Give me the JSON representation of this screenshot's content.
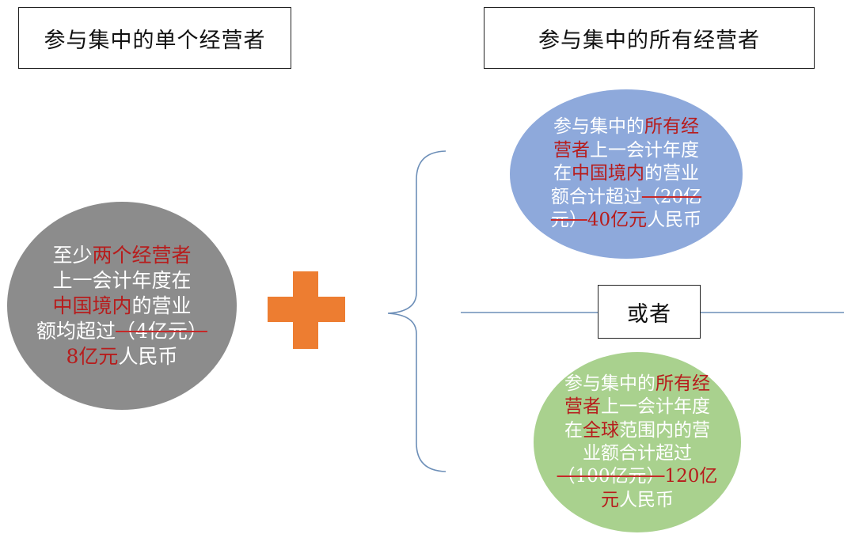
{
  "titles": {
    "single": "参与集中的单个经营者",
    "all": "参与集中的所有经营者"
  },
  "or_label": "或者",
  "colors": {
    "grey_ellipse": "#8c8c8c",
    "blue_ellipse": "#8ea9db",
    "green_ellipse": "#a9d18e",
    "plus": "#ed7d31",
    "connector_line": "#6d8fb8",
    "highlight_text": "#b71c1c"
  },
  "grey_ellipse": {
    "t1": "至少",
    "t2": "两个经营者",
    "t3": "上一会计年度在",
    "t4": "中国境内",
    "t5": "的营业",
    "t6": "额均超过",
    "t7": "（4亿元）",
    "t8": "8亿元",
    "t9": "人民币"
  },
  "blue_ellipse": {
    "t1": "参与集中的",
    "t2": "所有经",
    "t3": "营者",
    "t4": "上一会计年度",
    "t5": "在",
    "t6": "中国境内",
    "t7": "的营业",
    "t8": "额合计超过",
    "t9": "（20亿元）",
    "t10": "40亿元",
    "t11": "人民币"
  },
  "green_ellipse": {
    "t1": "参与集中的",
    "t2": "所有经",
    "t3": "营者",
    "t4": "上一会计年度",
    "t5": "在",
    "t6": "全球",
    "t7": "范围内的营",
    "t8": "业额合计超过",
    "t9": "（100亿元）",
    "t10": "120亿",
    "t11": "元",
    "t12": "人民币"
  },
  "icons": {
    "plus": "plus-icon",
    "brace": "left-brace"
  }
}
